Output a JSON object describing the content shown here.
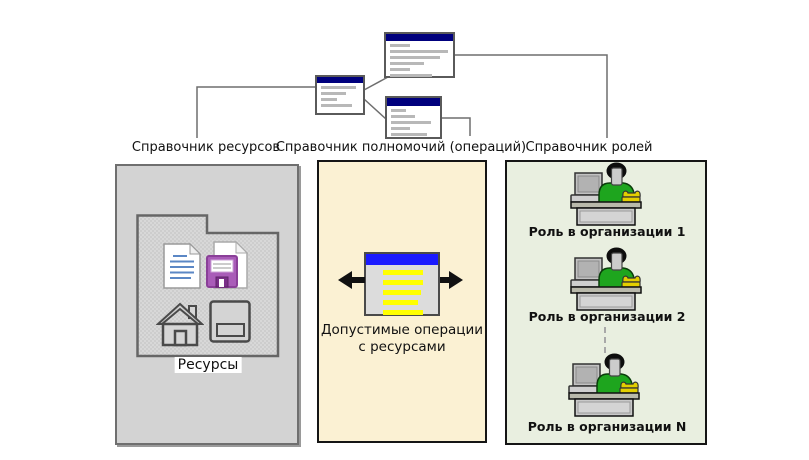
{
  "section_labels": {
    "resources": "Справочник ресурсов",
    "operations": "Справочник полномочий (операций)",
    "roles": "Справочник ролей"
  },
  "resources_box": {
    "caption": "Ресурсы",
    "icons": [
      "document-icon",
      "floppy-disk-icon",
      "house-icon",
      "button-icon"
    ]
  },
  "operations_box": {
    "caption_line1": "Допустимые операции",
    "caption_line2": "с ресурсами"
  },
  "roles_box": {
    "items": [
      {
        "label": "Роль в организации 1"
      },
      {
        "label": "Роль в организации 2"
      },
      {
        "label": "Роль в организации N"
      }
    ]
  },
  "colors": {
    "resources_box_bg": "#d3d3d3",
    "operations_box_bg": "#fbf1d3",
    "roles_box_bg": "#e9efe0",
    "titlebar_navy": "#00007d",
    "titlebar_bright_blue": "#1a1aff",
    "highlight_yellow": "#ffff00",
    "floppy_purple": "#a95cb8",
    "shirt_green": "#1ea51e",
    "phone_yellow": "#e3cf00",
    "connector_gray": "#6e6e6e"
  }
}
